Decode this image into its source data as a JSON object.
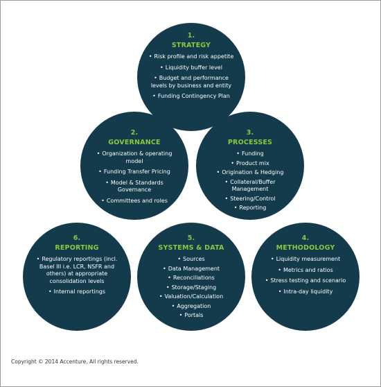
{
  "circles": {
    "strategy": {
      "number": "1.",
      "title": "STRATEGY",
      "items": [
        "Risk profile and risk appetite",
        "Liquidity buffer level",
        "Budget and performance levels by business and entity",
        "Funding Contingency Plan"
      ]
    },
    "governance": {
      "number": "2.",
      "title": "GOVERNANCE",
      "items": [
        "Organization & operating model",
        "Funding Transfer Pricing",
        "Model & Standards Governance",
        "Committees and roles"
      ]
    },
    "processes": {
      "number": "3.",
      "title": "PROCESSES",
      "items": [
        "Funding",
        "Product mix",
        "Origination & Hedging",
        "Collateral/Buffer Management",
        "Steering/Control",
        "Reporting"
      ]
    },
    "reporting": {
      "number": "6.",
      "title": "REPORTING",
      "items": [
        "Regulatory reportings (incl. Basel III i.e. LCR, NSFR and others) at appropriate consolidation levels",
        "Internal reportings"
      ]
    },
    "systems": {
      "number": "5.",
      "title": "SYSTEMS & DATA",
      "items": [
        "Sources",
        "Data Management",
        "Reconciliations",
        "Storage/Staging",
        "Valuation/Calculation",
        "Aggregation",
        "Portals"
      ]
    },
    "methodology": {
      "number": "4.",
      "title": "METHODOLOGY",
      "items": [
        "Liquidity measurement",
        "Metrics and ratios",
        "Stress testing and scenario",
        "Intra-day liquidity"
      ]
    }
  },
  "bullet": "•",
  "copyright": "Copyright © 2014 Accenture. All rights reserved.",
  "colors": {
    "circle_fill": "#133b4c",
    "heading_green": "#8cc63f",
    "text": "#ffffff"
  }
}
